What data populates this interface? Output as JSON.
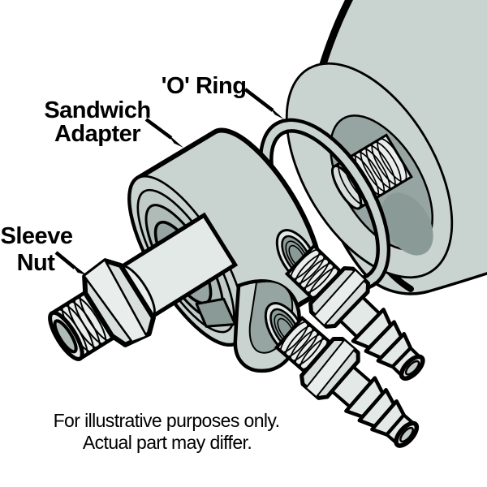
{
  "diagram": {
    "labels": {
      "o_ring": "'O' Ring",
      "sandwich_line1": "Sandwich",
      "sandwich_line2": "Adapter",
      "sleeve_line1": "Sleeve",
      "sleeve_line2": "Nut"
    },
    "caption": {
      "line1": "For illustrative purposes only.",
      "line2": "Actual part may differ."
    },
    "parts": [
      "filter-housing",
      "o-ring",
      "sandwich-adapter",
      "sleeve-nut",
      "hose-barb-upper",
      "hose-barb-lower"
    ]
  },
  "colors": {
    "background": "#ffffff",
    "outline": "#000000",
    "body_light": "#c9d3d0",
    "ring_mid": "#c1ccc8",
    "recess_mid": "#aebbb7",
    "recess_dark": "#96a5a1",
    "shadow_dark": "#8a9a96",
    "metal_light": "#e9eeec",
    "metal_face": "#d8dfdd",
    "sleeve_light": "#e3e9e7",
    "text": "#000000"
  }
}
